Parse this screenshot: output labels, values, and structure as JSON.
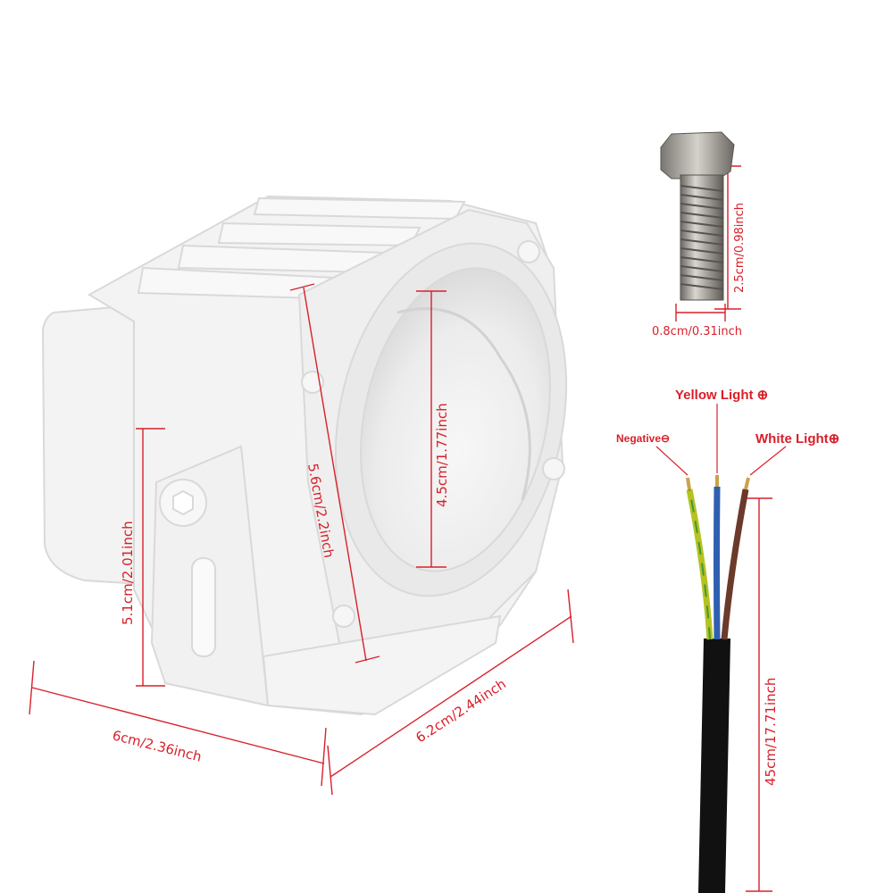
{
  "dimensions": {
    "width_bottom": "6cm/2.36inch",
    "depth_bottom": "6.2cm/2.44inch",
    "height_left": "5.1cm/2.01inch",
    "diagonal": "5.6cm/2.2inch",
    "lens": "4.5cm/1.77inch",
    "bolt_length": "2.5cm/0.98inch",
    "bolt_diameter": "0.8cm/0.31inch",
    "cable_length": "45cm/17.71inch"
  },
  "wiring": {
    "yellow": "Yellow Light ⊕",
    "negative": "Negative⊖",
    "white": "White Light⊕"
  },
  "colors": {
    "annotation": "#d8202a",
    "wire_yellow_green": "#b7c21f",
    "wire_blue": "#2f5fb0",
    "wire_brown": "#6b3a2a",
    "cable": "#111111"
  }
}
